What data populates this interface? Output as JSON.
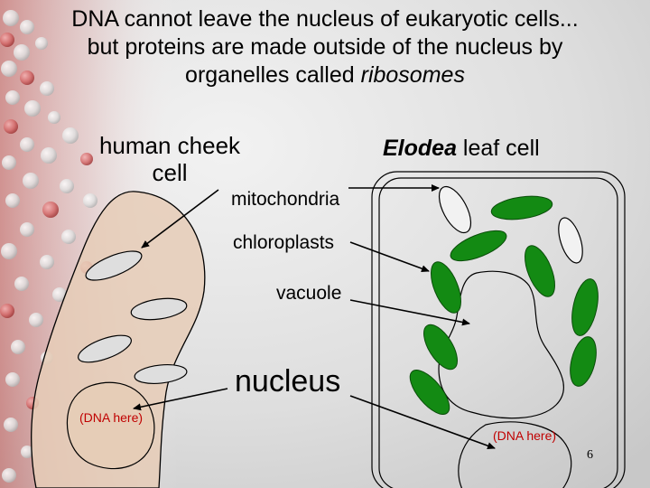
{
  "slide": {
    "title_line1": "DNA cannot leave the nucleus of eukaryotic cells...",
    "title_line2": "but proteins are made outside of the nucleus by",
    "title_line3_prefix": "organelles called ",
    "title_line3_emphasis": "ribosomes",
    "page_number": "6"
  },
  "cheek_cell": {
    "label_line1": "human cheek",
    "label_line2": "cell",
    "dna_label": "(DNA here)"
  },
  "elodea_cell": {
    "label_italic": "Elodea",
    "label_rest": " leaf cell",
    "dna_label": "(DNA here)"
  },
  "labels": {
    "mitochondria": "mitochondria",
    "chloroplasts": "chloroplasts",
    "vacuole": "vacuole",
    "nucleus": "nucleus"
  },
  "colors": {
    "chloroplast": "#138a13",
    "cheek_cytoplasm": "#e6cdb7",
    "mitochondria_fill": "#dedede",
    "dna_text": "#c00000",
    "background": "#d9d9d9"
  }
}
